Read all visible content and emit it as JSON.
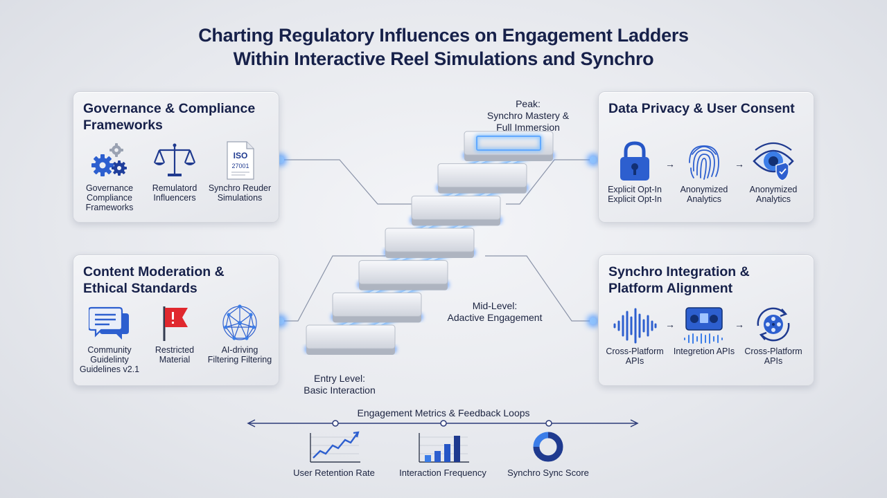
{
  "title": {
    "line1": "Charting Regulatory Influences on Engagement Ladders",
    "line2": "Within Interactive Reel Simulations and Synchro"
  },
  "panels": {
    "governance": {
      "title": "Governance & Compliance Frameworks",
      "items": [
        {
          "icon": "gears-icon",
          "label": "Governance Compliance Frameworks"
        },
        {
          "icon": "scales-icon",
          "label": "Remulatord Influencers"
        },
        {
          "icon": "iso-document-icon",
          "label": "Synchro Reuder Simulations",
          "badge": "ISO",
          "badge_sub": "27001"
        }
      ]
    },
    "moderation": {
      "title": "Content Moderation & Ethical Standards",
      "items": [
        {
          "icon": "chat-bubble-icon",
          "label": "Community Guidelinty Guidelines v2.1"
        },
        {
          "icon": "red-flag-icon",
          "label": "Restricted Material"
        },
        {
          "icon": "network-globe-icon",
          "label": "AI-driving Filtering Filtering"
        }
      ]
    },
    "privacy": {
      "title": "Data Privacy & User Consent",
      "items": [
        {
          "icon": "padlock-icon",
          "label": "Explicit Opt-In Explicit Opt-In"
        },
        {
          "icon": "fingerprint-icon",
          "label": "Anonymized Analytics"
        },
        {
          "icon": "eye-shield-icon",
          "label": "Anonymized Analytics"
        }
      ]
    },
    "integration": {
      "title": "Synchro Integration & Platform Alignment",
      "items": [
        {
          "icon": "soundwave-icon",
          "label": "Cross-Platform APIs"
        },
        {
          "icon": "console-icon",
          "label": "Integretion APIs"
        },
        {
          "icon": "sync-reel-icon",
          "label": "Cross-Platform APIs"
        }
      ]
    }
  },
  "ladder": {
    "peak": {
      "line1": "Peak:",
      "line2": "Synchro Mastery &",
      "line3": "Full Immersion"
    },
    "mid": {
      "line1": "Mid-Level:",
      "line2": "Adactive Engagement"
    },
    "entry": {
      "line1": "Entry Level:",
      "line2": "Basic Interaction"
    },
    "step_count": 7
  },
  "metrics": {
    "title": "Engagement Metrics & Feedback Loops",
    "items": [
      {
        "icon": "line-chart-icon",
        "label": "User Retention Rate"
      },
      {
        "icon": "bar-chart-icon",
        "label": "Interaction Frequency"
      },
      {
        "icon": "donut-chart-icon",
        "label": "Synchro Sync Score"
      }
    ]
  },
  "colors": {
    "accent": "#2f6fe0",
    "navy": "#17214a",
    "glow": "#5aa8ff",
    "flag": "#e0282e"
  }
}
